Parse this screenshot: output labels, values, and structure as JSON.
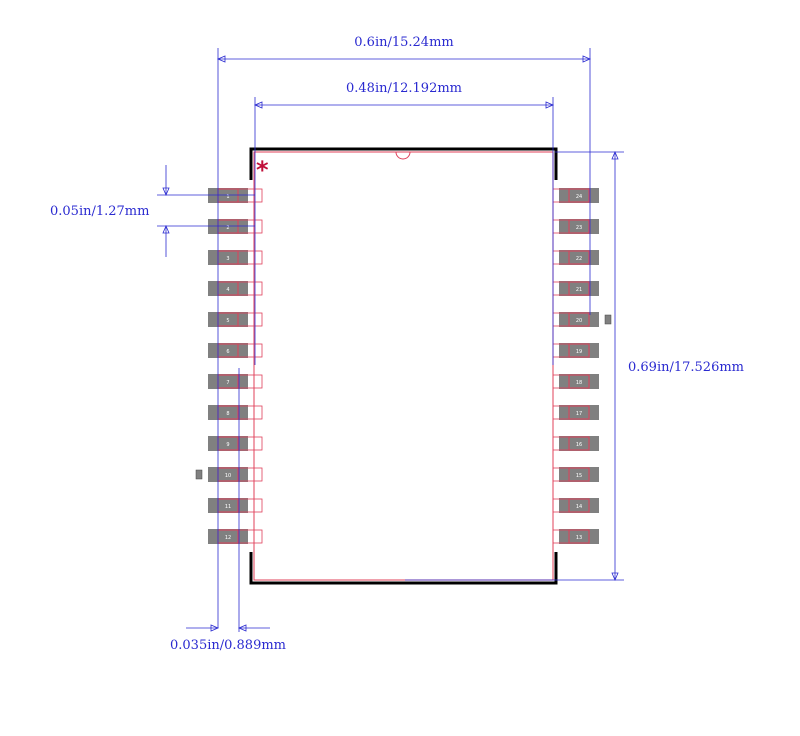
{
  "dimensions": {
    "overall_width": "0.6in/15.24mm",
    "body_width": "0.48in/12.192mm",
    "pin_pitch": "0.05in/1.27mm",
    "body_height": "0.69in/17.526mm",
    "pad_width": "0.035in/0.889mm"
  },
  "pin1_marker": "*",
  "pins_left": [
    "1",
    "2",
    "3",
    "4",
    "5",
    "6",
    "7",
    "8",
    "9",
    "10",
    "11",
    "12"
  ],
  "pins_right": [
    "24",
    "23",
    "22",
    "21",
    "20",
    "19",
    "18",
    "17",
    "16",
    "15",
    "14",
    "13"
  ],
  "colors": {
    "dimension": "#2a2ad0",
    "outline": "#e0405a",
    "pad": "#808080",
    "silkscreen": "#000000",
    "marker": "#c0103a"
  }
}
